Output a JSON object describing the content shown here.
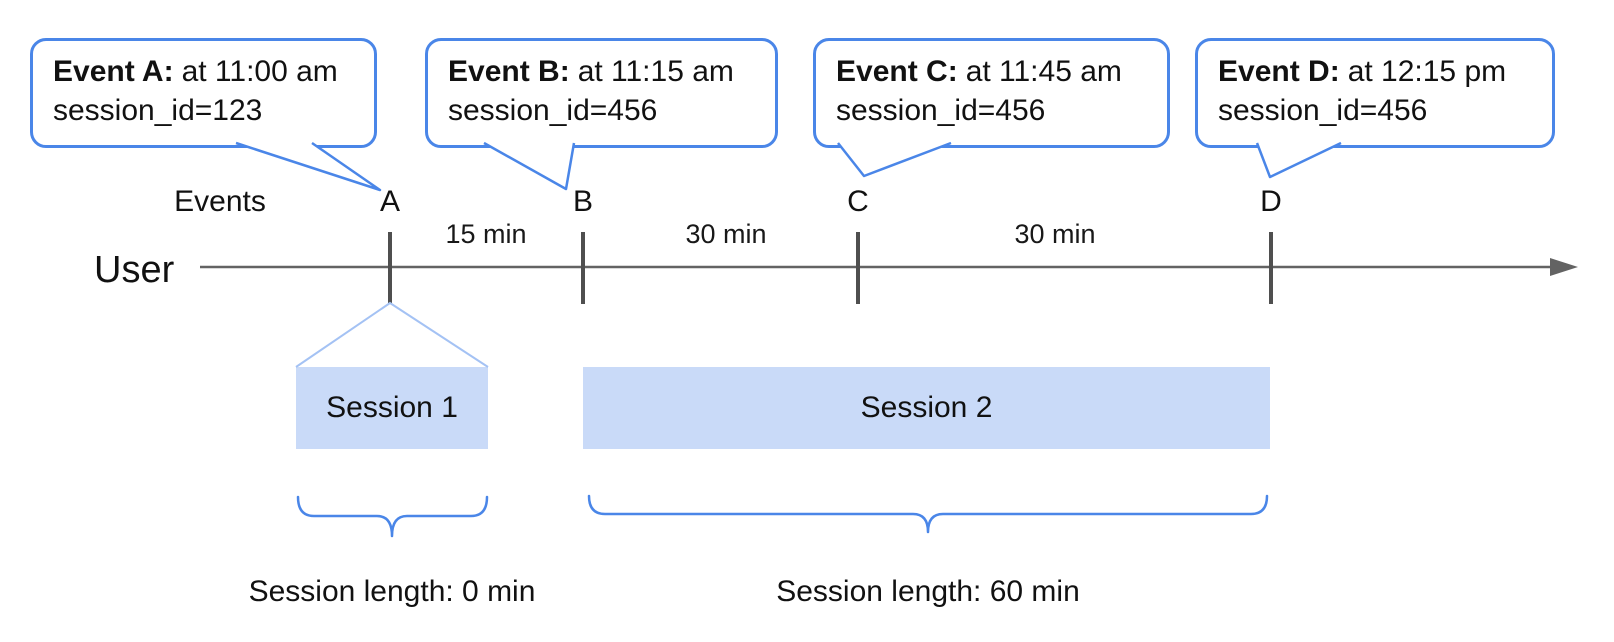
{
  "colors": {
    "accent_blue": "#4a86e8",
    "session_fill": "#c9daf8",
    "funnel_blue": "#a4c2f4",
    "line_gray": "#636363",
    "tick_gray": "#4f4f4f",
    "text_black": "#111111"
  },
  "bubbles": [
    {
      "title": "Event A:",
      "time": "at 11:00 am",
      "session": "session_id=123"
    },
    {
      "title": "Event B:",
      "time": "at 11:15 am",
      "session": "session_id=456"
    },
    {
      "title": "Event C:",
      "time": "at 11:45 am",
      "session": "session_id=456"
    },
    {
      "title": "Event D:",
      "time": "at 12:15 pm",
      "session": "session_id=456"
    }
  ],
  "timeline": {
    "events_label": "Events",
    "user_label": "User",
    "event_marks": [
      "A",
      "B",
      "C",
      "D"
    ],
    "intervals": [
      "15 min",
      "30 min",
      "30 min"
    ]
  },
  "sessions": [
    {
      "name": "Session 1",
      "length_label": "Session length: 0 min"
    },
    {
      "name": "Session 2",
      "length_label": "Session length: 60 min"
    }
  ]
}
